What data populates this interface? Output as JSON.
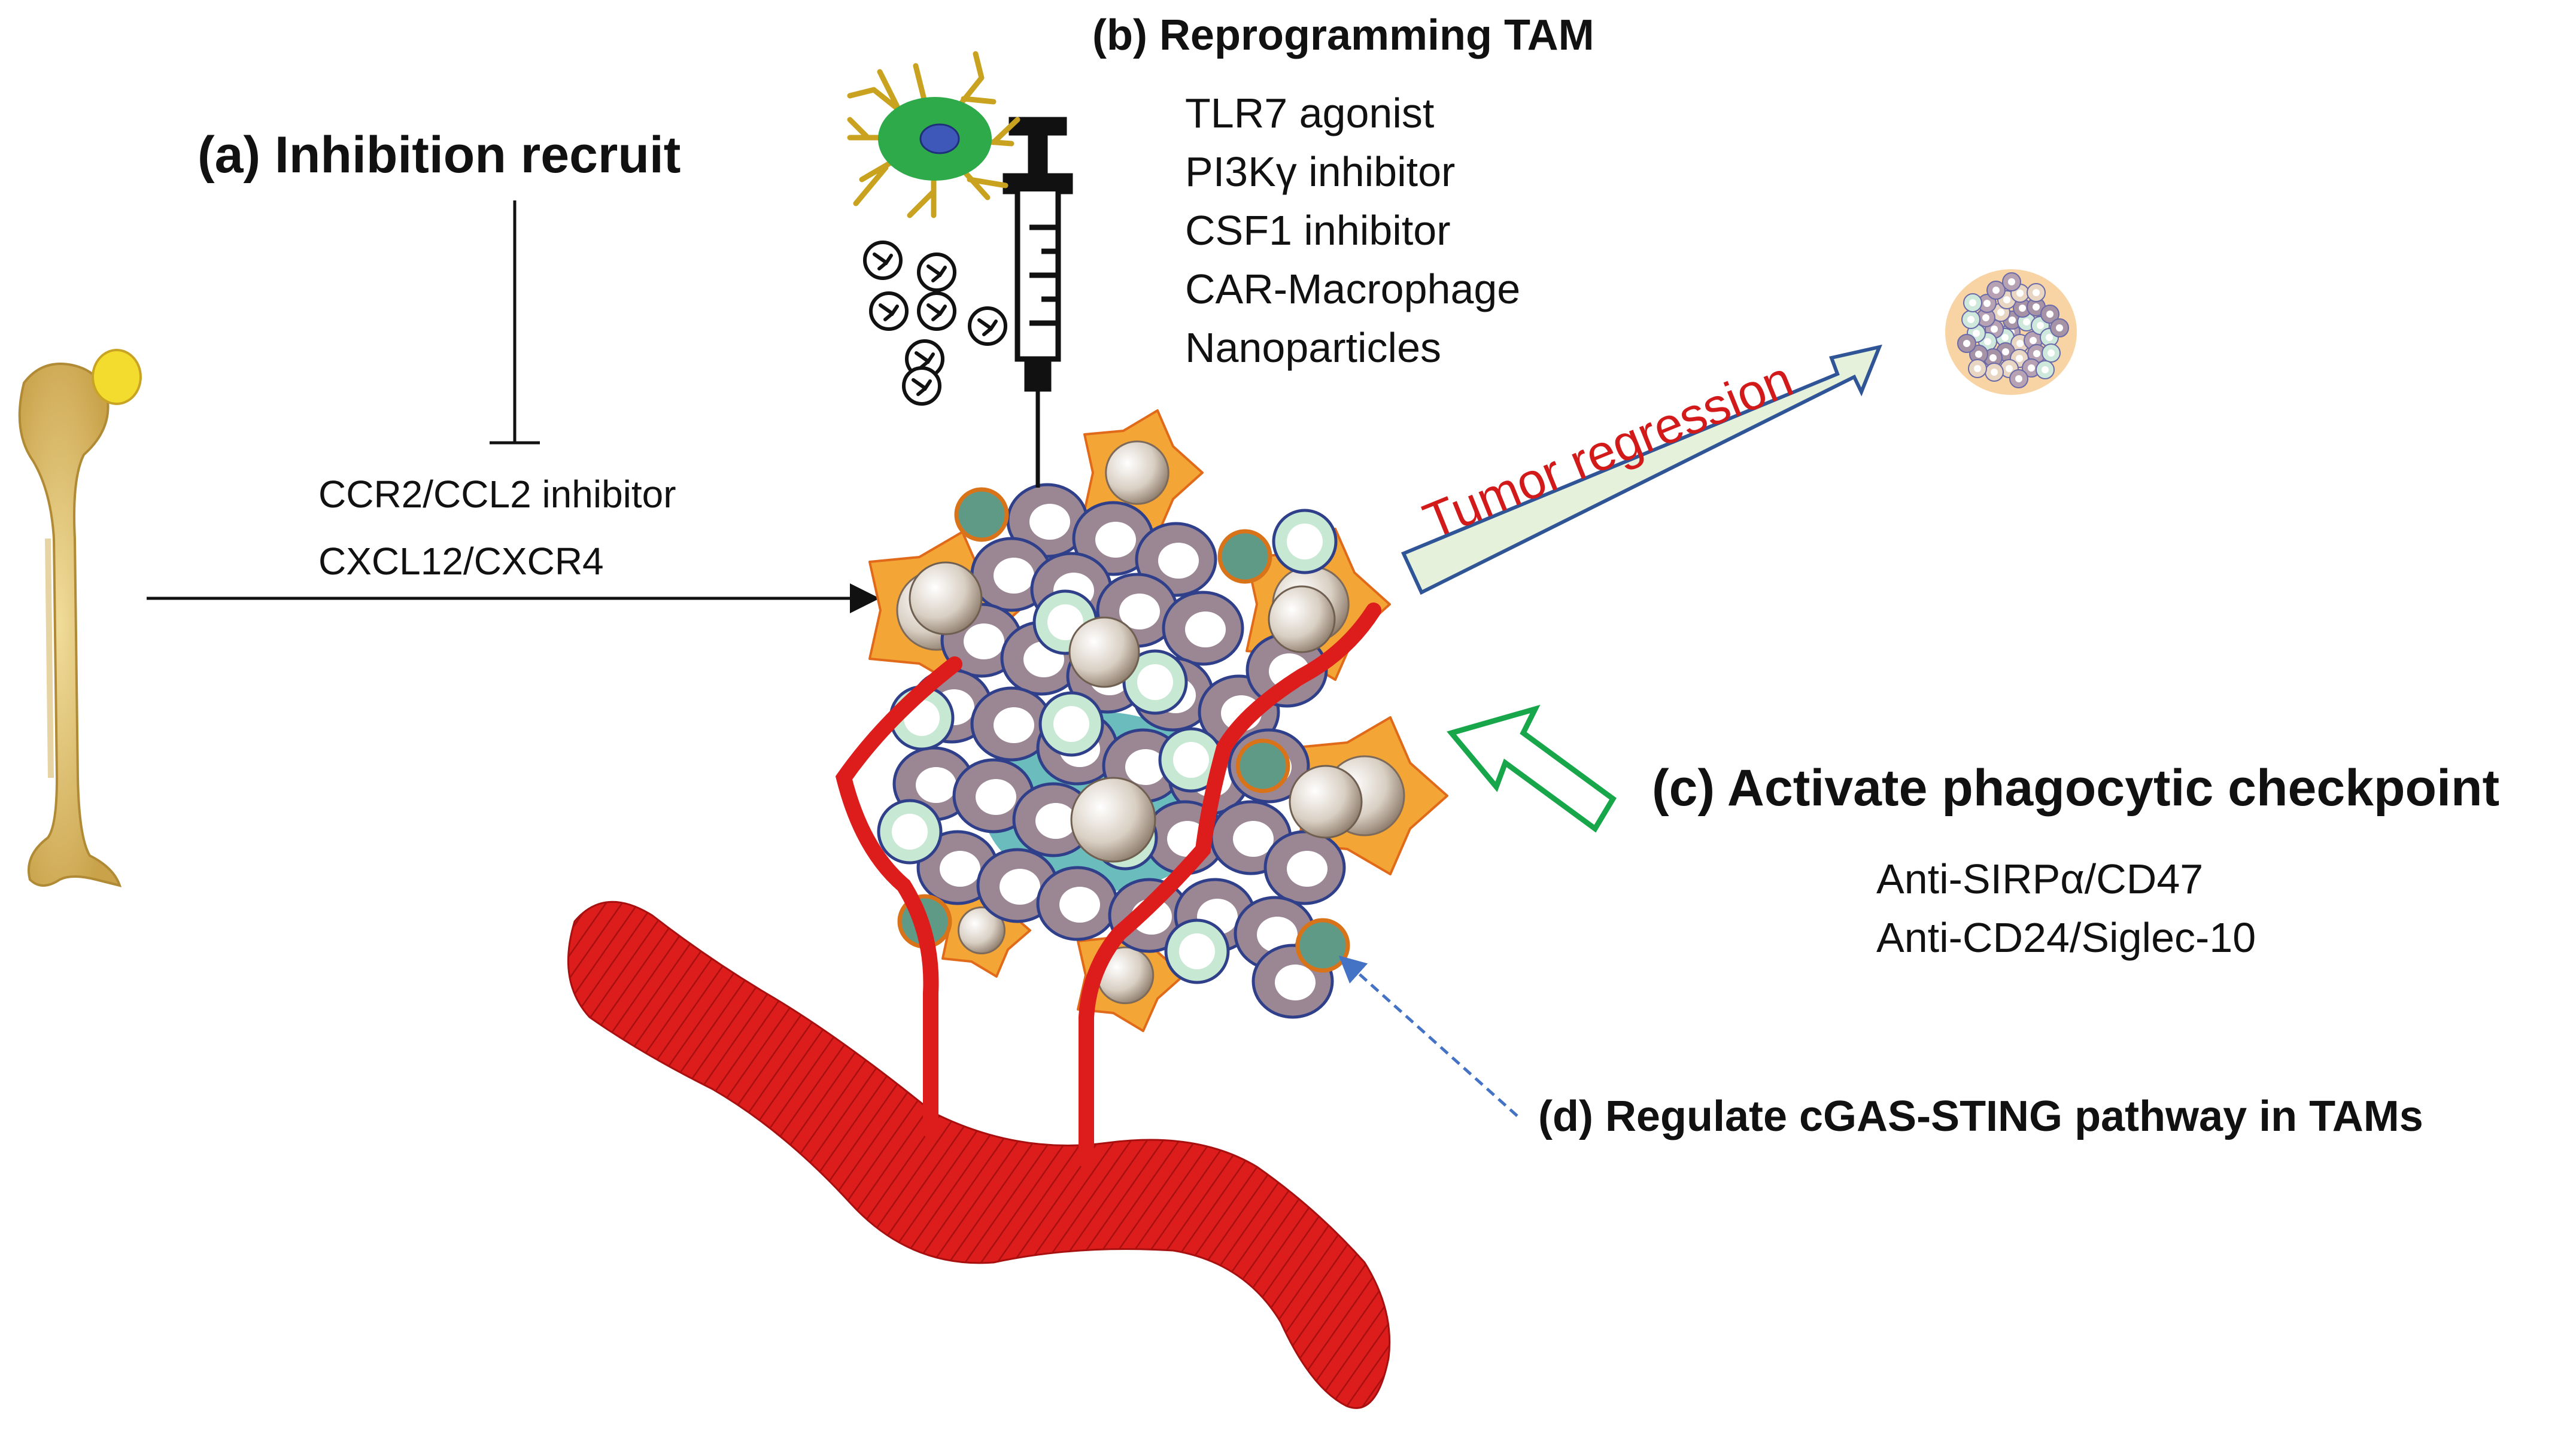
{
  "a": {
    "title": "(a) Inhibition recruit",
    "items": [
      "CCR2/CCL2 inhibitor",
      "CXCL12/CXCR4"
    ]
  },
  "b": {
    "title": "(b) Reprogramming TAM",
    "items": [
      "TLR7 agonist",
      "PI3Kγ inhibitor",
      "CSF1 inhibitor",
      "CAR-Macrophage",
      "Nanoparticles"
    ]
  },
  "c": {
    "title": "(c) Activate phagocytic checkpoint",
    "items": [
      "Anti-SIRPα/CD47",
      "Anti-CD24/Siglec-10"
    ]
  },
  "d": {
    "title": "(d) Regulate cGAS-STING pathway in TAMs"
  },
  "regression_label": "Tumor regression",
  "colors": {
    "vessel": "#dd1c1c",
    "bone": "#e2c46a",
    "arrow_c": "#18a64a",
    "arrow_regression_fill": "#e6f1dc",
    "arrow_regression_stroke": "#2f5597",
    "arrow_d": "#4472c4",
    "tumor_cell": "#9b8794",
    "macrophage": "#f3a535"
  }
}
